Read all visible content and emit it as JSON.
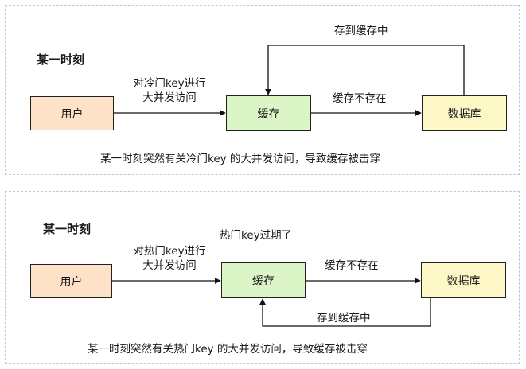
{
  "scenario_cold_key": {
    "heading": "某一时刻",
    "user_node": "用户",
    "cache_node": "缓存",
    "db_node": "数据库",
    "request_label_line1": "对冷门key进行",
    "request_label_line2": "大并发访问",
    "miss_label": "缓存不存在",
    "writeback_label": "存到缓存中",
    "caption": "某一时刻突然有关冷门key 的大并发访问，导致缓存被击穿"
  },
  "scenario_hot_key": {
    "heading": "某一时刻",
    "expired_label": "热门key过期了",
    "user_node": "用户",
    "cache_node": "缓存",
    "db_node": "数据库",
    "request_label_line1": "对热门key进行",
    "request_label_line2": "大并发访问",
    "miss_label": "缓存不存在",
    "writeback_label": "存到缓存中",
    "caption": "某一时刻突然有关热门key 的大并发访问，导致缓存被击穿"
  },
  "colors": {
    "user_fill": "#fde2c8",
    "cache_fill": "#dcf5c7",
    "db_fill": "#fdf8c6",
    "panel_border": "#c9c3dc"
  }
}
